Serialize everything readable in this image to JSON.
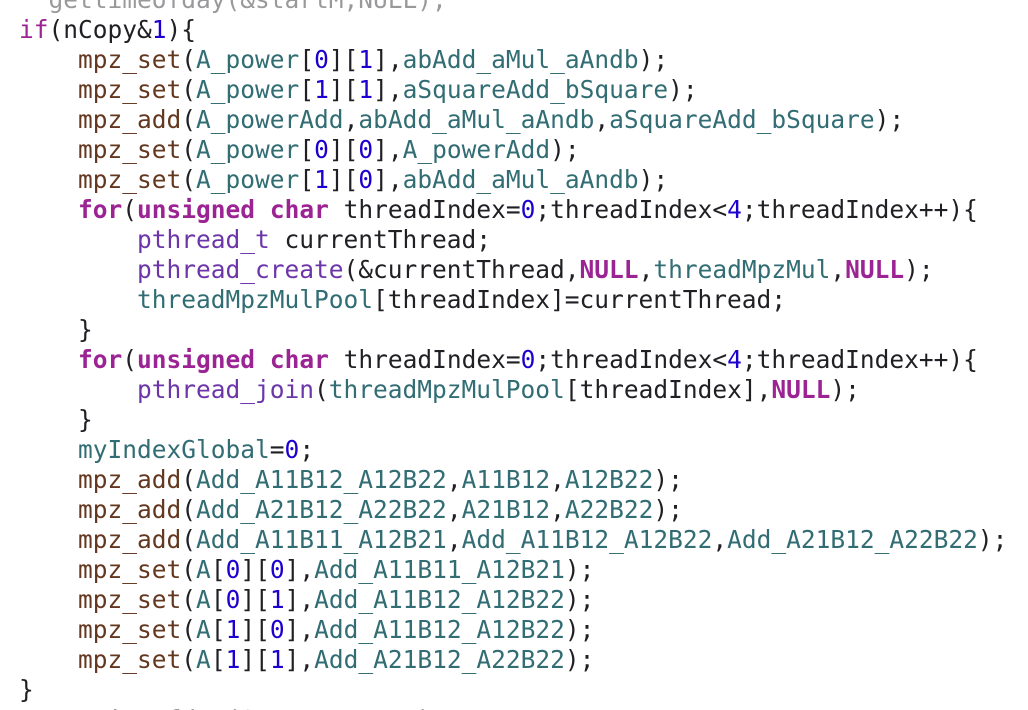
{
  "editor": {
    "lines": [
      {
        "indent": 0,
        "faded": true,
        "tokens": [
          [
            "  gettimeofday(&startM,NULL);",
            "plain"
          ]
        ]
      },
      {
        "indent": 0,
        "tokens": [
          [
            "if",
            "kw2"
          ],
          [
            "(nCopy&",
            "plain"
          ],
          [
            "1",
            "num"
          ],
          [
            "){",
            "plain"
          ]
        ]
      },
      {
        "indent": 1,
        "tokens": [
          [
            "mpz_set",
            "lib"
          ],
          [
            "(",
            "plain"
          ],
          [
            "A_power",
            "var"
          ],
          [
            "[",
            "plain"
          ],
          [
            "0",
            "num"
          ],
          [
            "][",
            "plain"
          ],
          [
            "1",
            "num"
          ],
          [
            "],",
            "plain"
          ],
          [
            "abAdd_aMul_aAndb",
            "var"
          ],
          [
            ");",
            "plain"
          ]
        ]
      },
      {
        "indent": 1,
        "tokens": [
          [
            "mpz_set",
            "lib"
          ],
          [
            "(",
            "plain"
          ],
          [
            "A_power",
            "var"
          ],
          [
            "[",
            "plain"
          ],
          [
            "1",
            "num"
          ],
          [
            "][",
            "plain"
          ],
          [
            "1",
            "num"
          ],
          [
            "],",
            "plain"
          ],
          [
            "aSquareAdd_bSquare",
            "var"
          ],
          [
            ");",
            "plain"
          ]
        ]
      },
      {
        "indent": 1,
        "tokens": [
          [
            "mpz_add",
            "lib"
          ],
          [
            "(",
            "plain"
          ],
          [
            "A_powerAdd",
            "var"
          ],
          [
            ",",
            "plain"
          ],
          [
            "abAdd_aMul_aAndb",
            "var"
          ],
          [
            ",",
            "plain"
          ],
          [
            "aSquareAdd_bSquare",
            "var"
          ],
          [
            ");",
            "plain"
          ]
        ]
      },
      {
        "indent": 1,
        "tokens": [
          [
            "mpz_set",
            "lib"
          ],
          [
            "(",
            "plain"
          ],
          [
            "A_power",
            "var"
          ],
          [
            "[",
            "plain"
          ],
          [
            "0",
            "num"
          ],
          [
            "][",
            "plain"
          ],
          [
            "0",
            "num"
          ],
          [
            "],",
            "plain"
          ],
          [
            "A_powerAdd",
            "var"
          ],
          [
            ");",
            "plain"
          ]
        ]
      },
      {
        "indent": 1,
        "tokens": [
          [
            "mpz_set",
            "lib"
          ],
          [
            "(",
            "plain"
          ],
          [
            "A_power",
            "var"
          ],
          [
            "[",
            "plain"
          ],
          [
            "1",
            "num"
          ],
          [
            "][",
            "plain"
          ],
          [
            "0",
            "num"
          ],
          [
            "],",
            "plain"
          ],
          [
            "abAdd_aMul_aAndb",
            "var"
          ],
          [
            ");",
            "plain"
          ]
        ]
      },
      {
        "indent": 1,
        "tokens": [
          [
            "for",
            "kw"
          ],
          [
            "(",
            "plain"
          ],
          [
            "unsigned",
            "kw"
          ],
          [
            " ",
            "plain"
          ],
          [
            "char",
            "kw"
          ],
          [
            " threadIndex=",
            "plain"
          ],
          [
            "0",
            "num"
          ],
          [
            ";threadIndex<",
            "plain"
          ],
          [
            "4",
            "num"
          ],
          [
            ";threadIndex++){",
            "plain"
          ]
        ]
      },
      {
        "indent": 2,
        "tokens": [
          [
            "pthread_t",
            "fn"
          ],
          [
            " currentThread;",
            "plain"
          ]
        ]
      },
      {
        "indent": 2,
        "tokens": [
          [
            "pthread_create",
            "fn"
          ],
          [
            "(&currentThread,",
            "plain"
          ],
          [
            "NULL",
            "kw"
          ],
          [
            ",",
            "plain"
          ],
          [
            "threadMpzMul",
            "var"
          ],
          [
            ",",
            "plain"
          ],
          [
            "NULL",
            "kw"
          ],
          [
            ");",
            "plain"
          ]
        ]
      },
      {
        "indent": 2,
        "tokens": [
          [
            "threadMpzMulPool",
            "var"
          ],
          [
            "[threadIndex]=currentThread;",
            "plain"
          ]
        ]
      },
      {
        "indent": 1,
        "tokens": [
          [
            "}",
            "plain"
          ]
        ]
      },
      {
        "indent": 1,
        "tokens": [
          [
            "for",
            "kw"
          ],
          [
            "(",
            "plain"
          ],
          [
            "unsigned",
            "kw"
          ],
          [
            " ",
            "plain"
          ],
          [
            "char",
            "kw"
          ],
          [
            " threadIndex=",
            "plain"
          ],
          [
            "0",
            "num"
          ],
          [
            ";threadIndex<",
            "plain"
          ],
          [
            "4",
            "num"
          ],
          [
            ";threadIndex++){",
            "plain"
          ]
        ]
      },
      {
        "indent": 2,
        "tokens": [
          [
            "pthread_join",
            "fn"
          ],
          [
            "(",
            "plain"
          ],
          [
            "threadMpzMulPool",
            "var"
          ],
          [
            "[threadIndex],",
            "plain"
          ],
          [
            "NULL",
            "kw"
          ],
          [
            ");",
            "plain"
          ]
        ]
      },
      {
        "indent": 1,
        "tokens": [
          [
            "}",
            "plain"
          ]
        ]
      },
      {
        "indent": 1,
        "tokens": [
          [
            "myIndexGlobal",
            "var"
          ],
          [
            "=",
            "plain"
          ],
          [
            "0",
            "num"
          ],
          [
            ";",
            "plain"
          ]
        ]
      },
      {
        "indent": 1,
        "tokens": [
          [
            "mpz_add",
            "lib"
          ],
          [
            "(",
            "plain"
          ],
          [
            "Add_A11B12_A12B22",
            "var"
          ],
          [
            ",",
            "plain"
          ],
          [
            "A11B12",
            "var"
          ],
          [
            ",",
            "plain"
          ],
          [
            "A12B22",
            "var"
          ],
          [
            ");",
            "plain"
          ]
        ]
      },
      {
        "indent": 1,
        "tokens": [
          [
            "mpz_add",
            "lib"
          ],
          [
            "(",
            "plain"
          ],
          [
            "Add_A21B12_A22B22",
            "var"
          ],
          [
            ",",
            "plain"
          ],
          [
            "A21B12",
            "var"
          ],
          [
            ",",
            "plain"
          ],
          [
            "A22B22",
            "var"
          ],
          [
            ");",
            "plain"
          ]
        ]
      },
      {
        "indent": 1,
        "tokens": [
          [
            "mpz_add",
            "lib"
          ],
          [
            "(",
            "plain"
          ],
          [
            "Add_A11B11_A12B21",
            "var"
          ],
          [
            ",",
            "plain"
          ],
          [
            "Add_A11B12_A12B22",
            "var"
          ],
          [
            ",",
            "plain"
          ],
          [
            "Add_A21B12_A22B22",
            "var"
          ],
          [
            ");",
            "plain"
          ]
        ]
      },
      {
        "indent": 1,
        "tokens": [
          [
            "mpz_set",
            "lib"
          ],
          [
            "(",
            "plain"
          ],
          [
            "A",
            "var"
          ],
          [
            "[",
            "plain"
          ],
          [
            "0",
            "num"
          ],
          [
            "][",
            "plain"
          ],
          [
            "0",
            "num"
          ],
          [
            "],",
            "plain"
          ],
          [
            "Add_A11B11_A12B21",
            "var"
          ],
          [
            ");",
            "plain"
          ]
        ]
      },
      {
        "indent": 1,
        "tokens": [
          [
            "mpz_set",
            "lib"
          ],
          [
            "(",
            "plain"
          ],
          [
            "A",
            "var"
          ],
          [
            "[",
            "plain"
          ],
          [
            "0",
            "num"
          ],
          [
            "][",
            "plain"
          ],
          [
            "1",
            "num"
          ],
          [
            "],",
            "plain"
          ],
          [
            "Add_A11B12_A12B22",
            "var"
          ],
          [
            ");",
            "plain"
          ]
        ]
      },
      {
        "indent": 1,
        "tokens": [
          [
            "mpz_set",
            "lib"
          ],
          [
            "(",
            "plain"
          ],
          [
            "A",
            "var"
          ],
          [
            "[",
            "plain"
          ],
          [
            "1",
            "num"
          ],
          [
            "][",
            "plain"
          ],
          [
            "0",
            "num"
          ],
          [
            "],",
            "plain"
          ],
          [
            "Add_A11B12_A12B22",
            "var"
          ],
          [
            ");",
            "plain"
          ]
        ]
      },
      {
        "indent": 1,
        "tokens": [
          [
            "mpz_set",
            "lib"
          ],
          [
            "(",
            "plain"
          ],
          [
            "A",
            "var"
          ],
          [
            "[",
            "plain"
          ],
          [
            "1",
            "num"
          ],
          [
            "][",
            "plain"
          ],
          [
            "1",
            "num"
          ],
          [
            "],",
            "plain"
          ],
          [
            "Add_A21B12_A22B22",
            "var"
          ],
          [
            ");",
            "plain"
          ]
        ]
      },
      {
        "indent": 0,
        "tokens": [
          [
            "}",
            "plain"
          ]
        ]
      },
      {
        "indent": 0,
        "faded": true,
        "tokens": [
          [
            "  gettimeofday(&startM,NULL);",
            "plain"
          ]
        ]
      }
    ]
  }
}
